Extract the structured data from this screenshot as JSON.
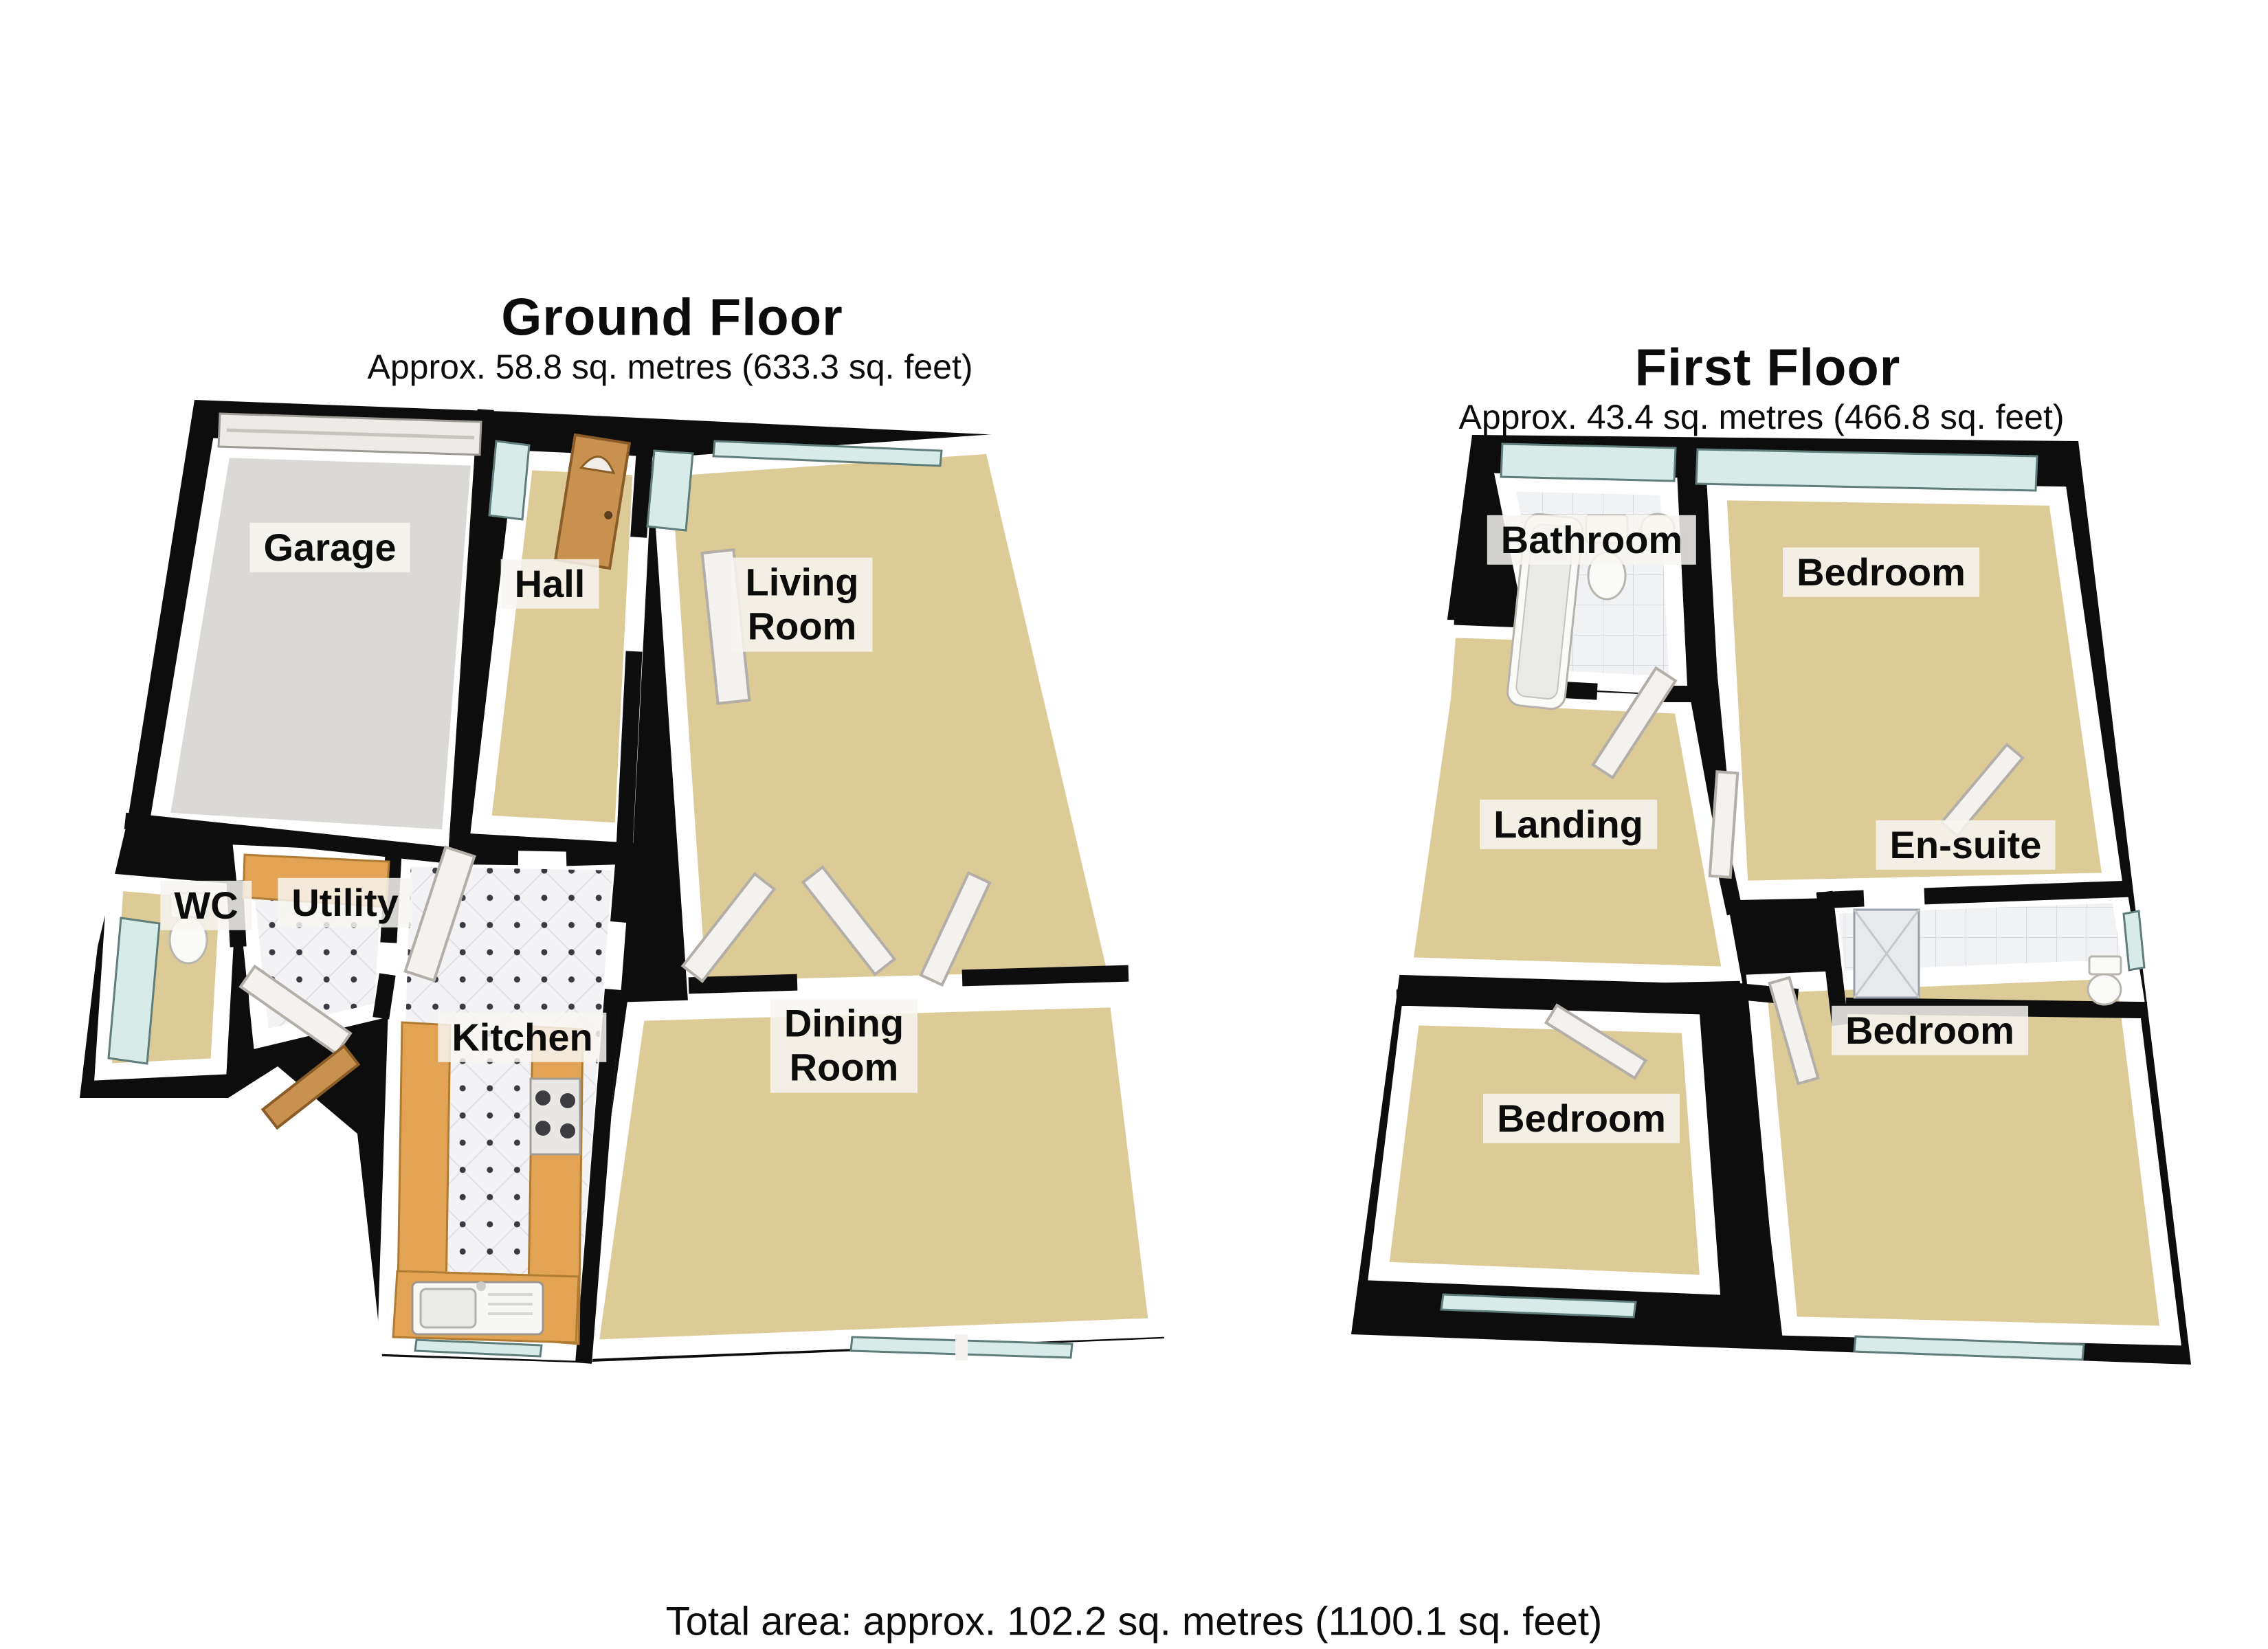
{
  "ground_floor": {
    "title": "Ground Floor",
    "subtitle": "Approx. 58.8 sq. metres (633.3 sq. feet)",
    "rooms": [
      {
        "label": "Garage"
      },
      {
        "label": "Hall"
      },
      {
        "label": "Living\nRoom"
      },
      {
        "label": "WC"
      },
      {
        "label": "Utility"
      },
      {
        "label": "Kitchen"
      },
      {
        "label": "Dining\nRoom"
      }
    ]
  },
  "first_floor": {
    "title": "First Floor",
    "subtitle": "Approx. 43.4 sq. metres (466.8 sq. feet)",
    "rooms": [
      {
        "label": "Bathroom"
      },
      {
        "label": "Bedroom"
      },
      {
        "label": "Landing"
      },
      {
        "label": "En-suite"
      },
      {
        "label": "Bedroom"
      },
      {
        "label": "Bedroom"
      }
    ]
  },
  "totals": {
    "total_area_text": "Total area: approx. 102.2 sq. metres (1100.1 sq. feet)"
  },
  "colors": {
    "wall": "#0d0d0d",
    "carpet": "#ddcb97",
    "garage_floor": "#dbd9d5",
    "window_glass": "#d7ece8",
    "wood_door": "#c8914f",
    "white_door": "#f4f2ef",
    "counter": "#e2a355",
    "fixture_white": "#fafaf8",
    "label_bg": "rgba(248,246,241,0.85)"
  }
}
